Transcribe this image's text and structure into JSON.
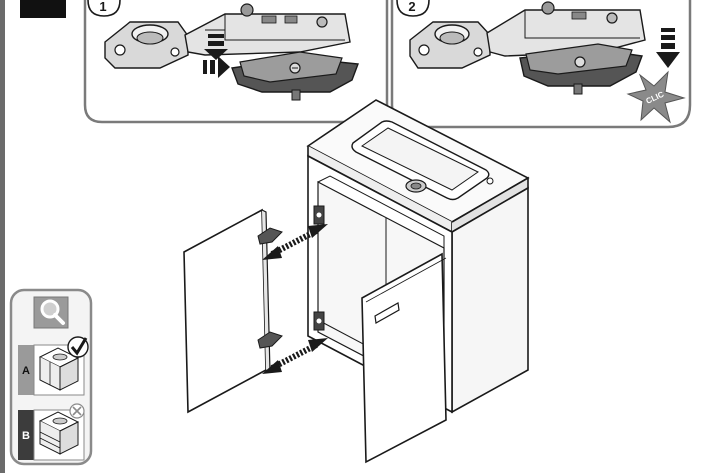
{
  "steps": {
    "step1": {
      "number": "1"
    },
    "step2": {
      "number": "2",
      "sound": "CLIC"
    }
  },
  "options": {
    "a": {
      "letter": "A",
      "status": "correct"
    },
    "b": {
      "letter": "B",
      "status": "incorrect"
    }
  },
  "icons": {
    "inspect": "magnifier-icon",
    "ok": "check-icon",
    "no": "cross-icon"
  },
  "colors": {
    "line": "#1a1a1a",
    "frame": "#7a7a7a",
    "panel_fill": "#f2f2f2",
    "hinge_fill": "#d9d9d9",
    "hinge_dark": "#555555",
    "option_a_tab": "#9a9a9a",
    "option_b_tab": "#3c3c3c",
    "burst": "#8a8a8a"
  }
}
